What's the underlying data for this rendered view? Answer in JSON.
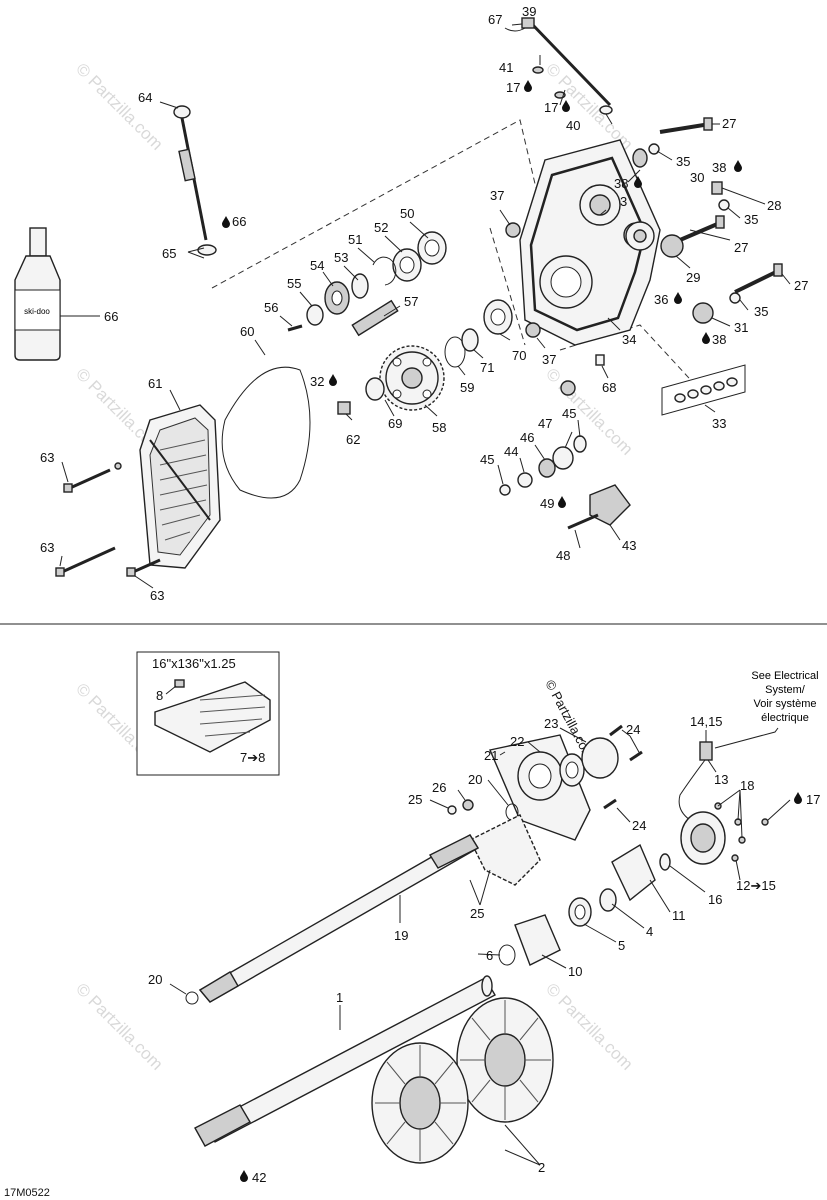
{
  "watermark": "© Partzilla.com",
  "stamp": "© Partzilla.com",
  "track_spec": "16\"x136\"x1.25",
  "electrical_note": [
    "See Electrical",
    "System/",
    "Voir système",
    "électrique"
  ],
  "drawing_code": "17M0522",
  "colors": {
    "ink": "#222222",
    "page": "#ffffff",
    "watermark": "#d9d9d9"
  },
  "labels": {
    "p67": "67",
    "p39": "39",
    "p41": "41",
    "p17a": "17",
    "p17b": "17",
    "p40": "40",
    "p64": "64",
    "p27a": "27",
    "p35a": "35",
    "p38a": "38",
    "p30": "30",
    "p38b": "38",
    "p3": "3",
    "p28": "28",
    "p35b": "35",
    "p27b": "27",
    "p29": "29",
    "p27c": "27",
    "p36": "36",
    "p35c": "35",
    "p31": "31",
    "p38c": "38",
    "p37a": "37",
    "p50": "50",
    "p52": "52",
    "p51": "51",
    "p53": "53",
    "p54": "54",
    "p55": "55",
    "p56": "56",
    "p57": "57",
    "p65": "65",
    "p66a": "66",
    "p66b": "66",
    "p60": "60",
    "p61": "61",
    "p32": "32",
    "p62": "62",
    "p69": "69",
    "p58": "58",
    "p59": "59",
    "p71": "71",
    "p70": "70",
    "p37b": "37",
    "p34": "34",
    "p68": "68",
    "p33": "33",
    "p47": "47",
    "p45a": "45",
    "p46": "46",
    "p44": "44",
    "p45b": "45",
    "p49": "49",
    "p48": "48",
    "p43": "43",
    "p63a": "63",
    "p63b": "63",
    "p63c": "63",
    "p8": "8",
    "p7to8": "7➔8",
    "p23": "23",
    "p24a": "24",
    "p14_15": "14,15",
    "p22": "22",
    "p21": "21",
    "p20a": "20",
    "p26": "26",
    "p25a": "25",
    "p13": "13",
    "p18": "18",
    "p17c": "17",
    "p24b": "24",
    "p12to15": "12➔15",
    "p16": "16",
    "p25b": "25",
    "p11": "11",
    "p19": "19",
    "p4": "4",
    "p5": "5",
    "p6": "6",
    "p10": "10",
    "p20b": "20",
    "p1": "1",
    "p2": "2",
    "p42": "42"
  }
}
